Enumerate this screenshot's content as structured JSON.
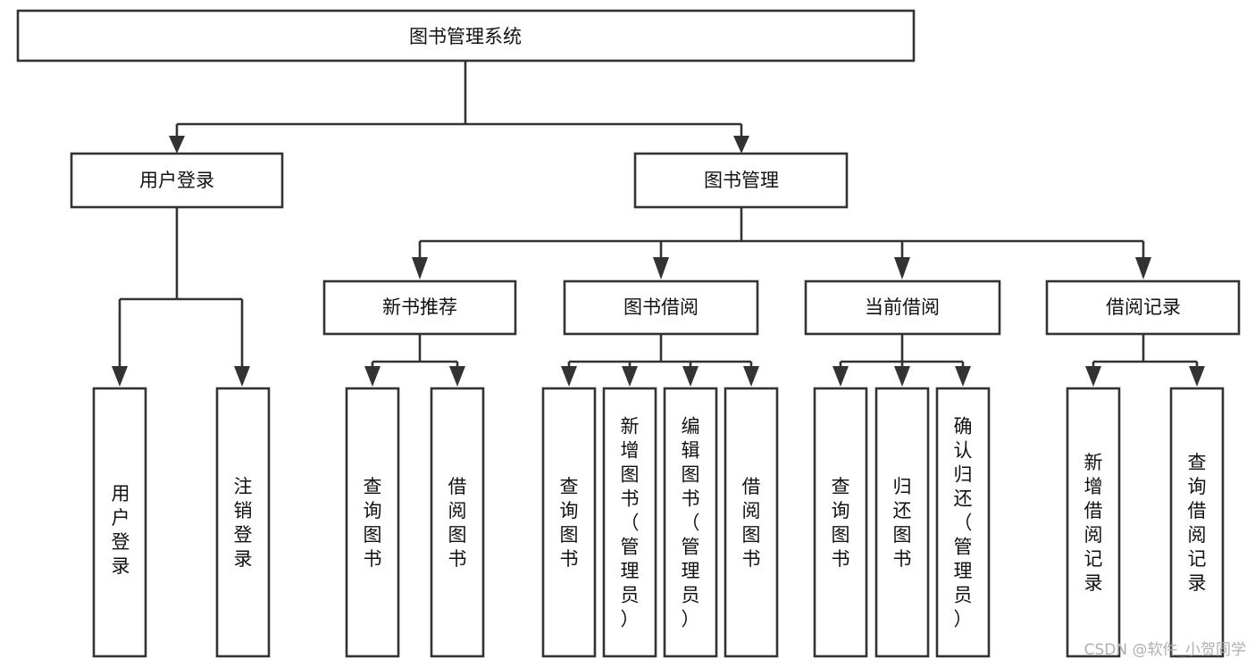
{
  "diagram": {
    "type": "tree-hierarchy-diagram",
    "title": "图书管理系统",
    "orientation": "top-down",
    "watermark": "CSDN @软件_小贺同学",
    "colors": {
      "box_fill": "#ffffff",
      "box_stroke": "#333333",
      "text": "#111111",
      "background": "#ffffff",
      "watermark": "#b0b0b0"
    },
    "levels": [
      {
        "level": 1,
        "nodes": [
          {
            "id": "root",
            "label": "图书管理系统",
            "orientation": "horizontal"
          }
        ]
      },
      {
        "level": 2,
        "nodes": [
          {
            "id": "login",
            "label": "用户登录",
            "orientation": "horizontal",
            "parent": "root"
          },
          {
            "id": "bookmgmt",
            "label": "图书管理",
            "orientation": "horizontal",
            "parent": "root"
          }
        ]
      },
      {
        "level": 3,
        "nodes": [
          {
            "id": "newbook",
            "label": "新书推荐",
            "orientation": "horizontal",
            "parent": "bookmgmt"
          },
          {
            "id": "borrow",
            "label": "图书借阅",
            "orientation": "horizontal",
            "parent": "bookmgmt"
          },
          {
            "id": "current",
            "label": "当前借阅",
            "orientation": "horizontal",
            "parent": "bookmgmt"
          },
          {
            "id": "records",
            "label": "借阅记录",
            "orientation": "horizontal",
            "parent": "bookmgmt"
          }
        ]
      },
      {
        "level": 4,
        "nodes": [
          {
            "id": "leaf-1",
            "label": "用户登录",
            "orientation": "vertical",
            "parent": "login"
          },
          {
            "id": "leaf-2",
            "label": "注销登录",
            "orientation": "vertical",
            "parent": "login"
          },
          {
            "id": "leaf-3",
            "label": "查询图书",
            "orientation": "vertical",
            "parent": "newbook"
          },
          {
            "id": "leaf-4",
            "label": "借阅图书",
            "orientation": "vertical",
            "parent": "newbook"
          },
          {
            "id": "leaf-5",
            "label": "查询图书",
            "orientation": "vertical",
            "parent": "borrow"
          },
          {
            "id": "leaf-6",
            "label": "新增图书（管理员）",
            "orientation": "vertical",
            "parent": "borrow"
          },
          {
            "id": "leaf-7",
            "label": "编辑图书（管理员）",
            "orientation": "vertical",
            "parent": "borrow"
          },
          {
            "id": "leaf-8",
            "label": "借阅图书",
            "orientation": "vertical",
            "parent": "borrow"
          },
          {
            "id": "leaf-9",
            "label": "查询图书",
            "orientation": "vertical",
            "parent": "current"
          },
          {
            "id": "leaf-10",
            "label": "归还图书",
            "orientation": "vertical",
            "parent": "current"
          },
          {
            "id": "leaf-11",
            "label": "确认归还（管理员）",
            "orientation": "vertical",
            "parent": "current"
          },
          {
            "id": "leaf-12",
            "label": "新增借阅记录",
            "orientation": "vertical",
            "parent": "records"
          },
          {
            "id": "leaf-13",
            "label": "查询借阅记录",
            "orientation": "vertical",
            "parent": "records"
          }
        ]
      }
    ]
  }
}
